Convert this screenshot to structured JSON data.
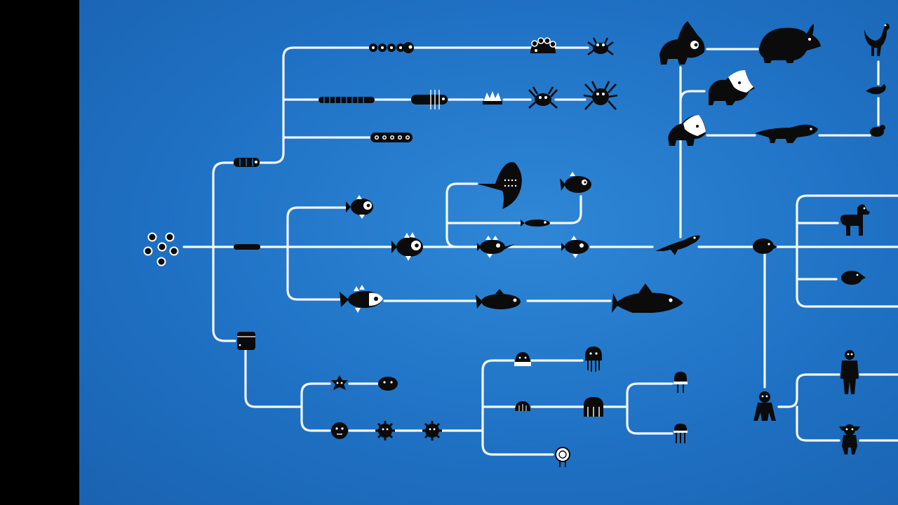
{
  "diagram": {
    "kind": "evolution-tree",
    "background_color": "#1f71c4",
    "line_color": "#f4f7fb",
    "creature_color": "#0b0b0b",
    "nodes": [
      {
        "name": "cell-cluster",
        "icon": "cell-cluster-icon"
      },
      {
        "name": "worm-segment",
        "icon": "worm-icon"
      },
      {
        "name": "beaded-worm",
        "icon": "beaded-worm-icon"
      },
      {
        "name": "shell-creature",
        "icon": "shell-creature-icon"
      },
      {
        "name": "crab",
        "icon": "crab-icon"
      },
      {
        "name": "centipede",
        "icon": "centipede-icon"
      },
      {
        "name": "bristle-worm",
        "icon": "bristle-worm-icon"
      },
      {
        "name": "trilobite",
        "icon": "trilobite-icon"
      },
      {
        "name": "crab-2",
        "icon": "crab-icon"
      },
      {
        "name": "spider",
        "icon": "spider-icon"
      },
      {
        "name": "segmented-larva",
        "icon": "segmented-larva-icon"
      },
      {
        "name": "small-fish",
        "icon": "small-fish-icon"
      },
      {
        "name": "spiky-fish",
        "icon": "spiky-fish-icon"
      },
      {
        "name": "stingray",
        "icon": "stingray-icon"
      },
      {
        "name": "flat-fish",
        "icon": "flat-fish-icon"
      },
      {
        "name": "piranha",
        "icon": "piranha-icon"
      },
      {
        "name": "angler-fish",
        "icon": "angler-fish-icon"
      },
      {
        "name": "spiny-fish",
        "icon": "spiny-fish-icon"
      },
      {
        "name": "round-fish",
        "icon": "round-fish-icon"
      },
      {
        "name": "striped-fish",
        "icon": "striped-fish-icon"
      },
      {
        "name": "shark-small",
        "icon": "shark-icon"
      },
      {
        "name": "shark-large",
        "icon": "shark-icon"
      },
      {
        "name": "lizard",
        "icon": "lizard-icon"
      },
      {
        "name": "triceratops",
        "icon": "triceratops-icon"
      },
      {
        "name": "rhino",
        "icon": "rhino-icon"
      },
      {
        "name": "bird",
        "icon": "bird-icon"
      },
      {
        "name": "small-bird",
        "icon": "small-bird-icon"
      },
      {
        "name": "tapir-beast",
        "icon": "tapir-beast-icon"
      },
      {
        "name": "crested-reptile",
        "icon": "crested-reptile-icon"
      },
      {
        "name": "crocodile",
        "icon": "crocodile-icon"
      },
      {
        "name": "chick",
        "icon": "chick-icon"
      },
      {
        "name": "mole",
        "icon": "mole-icon"
      },
      {
        "name": "llama",
        "icon": "llama-icon"
      },
      {
        "name": "rodent",
        "icon": "rodent-icon"
      },
      {
        "name": "monkey",
        "icon": "monkey-icon"
      },
      {
        "name": "gorilla",
        "icon": "gorilla-icon"
      },
      {
        "name": "lemur",
        "icon": "lemur-icon"
      },
      {
        "name": "barrel-sponge",
        "icon": "sponge-icon"
      },
      {
        "name": "starfish",
        "icon": "starfish-icon"
      },
      {
        "name": "blob",
        "icon": "blob-icon"
      },
      {
        "name": "sea-urchin-face",
        "icon": "urchin-icon"
      },
      {
        "name": "virus",
        "icon": "virus-icon"
      },
      {
        "name": "virus-2",
        "icon": "virus-icon"
      },
      {
        "name": "jellyfish-dome",
        "icon": "jellyfish-icon"
      },
      {
        "name": "jellyfish-tall",
        "icon": "jellyfish-icon"
      },
      {
        "name": "small-dome",
        "icon": "jellyfish-icon"
      },
      {
        "name": "box-jelly",
        "icon": "jellyfish-icon"
      },
      {
        "name": "polyp",
        "icon": "polyp-icon"
      },
      {
        "name": "polyp-2",
        "icon": "polyp-icon"
      },
      {
        "name": "round-jelly",
        "icon": "round-jelly-icon"
      }
    ]
  }
}
